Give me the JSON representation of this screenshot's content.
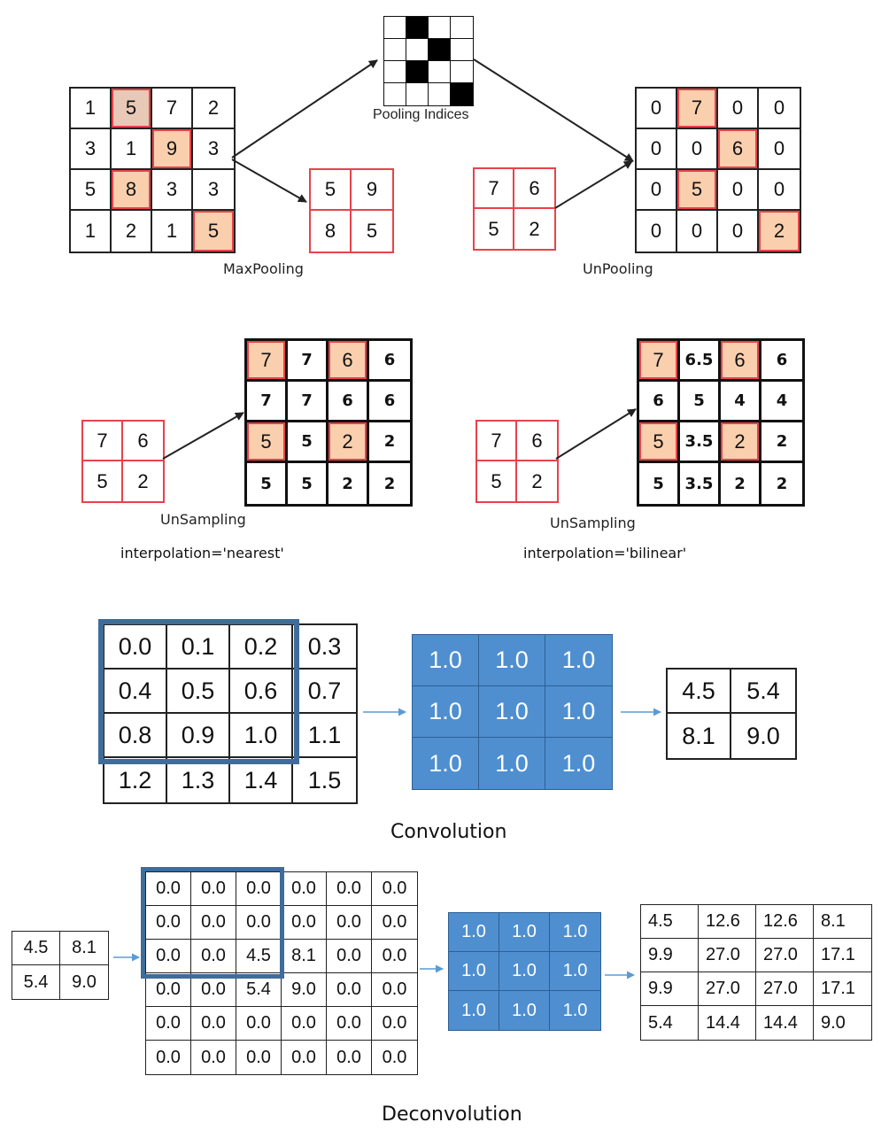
{
  "maxpool": {
    "input": [
      [
        "1",
        "5",
        "7",
        "2"
      ],
      [
        "3",
        "1",
        "9",
        "3"
      ],
      [
        "5",
        "8",
        "3",
        "3"
      ],
      [
        "1",
        "2",
        "1",
        "5"
      ]
    ],
    "output": [
      [
        "5",
        "9"
      ],
      [
        "8",
        "5"
      ]
    ],
    "caption": "MaxPooling"
  },
  "indices": {
    "mask": [
      [
        0,
        1,
        0,
        0
      ],
      [
        0,
        0,
        1,
        0
      ],
      [
        0,
        1,
        0,
        0
      ],
      [
        0,
        0,
        0,
        1
      ]
    ],
    "caption": "Pooling Indices"
  },
  "unpool": {
    "input": [
      [
        "7",
        "6"
      ],
      [
        "5",
        "2"
      ]
    ],
    "output": [
      [
        "0",
        "7",
        "0",
        "0"
      ],
      [
        "0",
        "0",
        "6",
        "0"
      ],
      [
        "0",
        "5",
        "0",
        "0"
      ],
      [
        "0",
        "0",
        "0",
        "2"
      ]
    ],
    "caption": "UnPooling"
  },
  "nearest": {
    "input": [
      [
        "7",
        "6"
      ],
      [
        "5",
        "2"
      ]
    ],
    "output": [
      [
        "7",
        "7",
        "6",
        "6"
      ],
      [
        "7",
        "7",
        "6",
        "6"
      ],
      [
        "5",
        "5",
        "2",
        "2"
      ],
      [
        "5",
        "5",
        "2",
        "2"
      ]
    ],
    "caption": "UnSampling",
    "mode": "interpolation='nearest'"
  },
  "bilinear": {
    "input": [
      [
        "7",
        "6"
      ],
      [
        "5",
        "2"
      ]
    ],
    "output": [
      [
        "7",
        "6.5",
        "6",
        "6"
      ],
      [
        "6",
        "5",
        "4",
        "4"
      ],
      [
        "5",
        "3.5",
        "2",
        "2"
      ],
      [
        "5",
        "3.5",
        "2",
        "2"
      ]
    ],
    "caption": "UnSampling",
    "mode": "interpolation='bilinear'"
  },
  "convolution": {
    "input": [
      [
        "0.0",
        "0.1",
        "0.2",
        "0.3"
      ],
      [
        "0.4",
        "0.5",
        "0.6",
        "0.7"
      ],
      [
        "0.8",
        "0.9",
        "1.0",
        "1.1"
      ],
      [
        "1.2",
        "1.3",
        "1.4",
        "1.5"
      ]
    ],
    "kernel": [
      [
        "1.0",
        "1.0",
        "1.0"
      ],
      [
        "1.0",
        "1.0",
        "1.0"
      ],
      [
        "1.0",
        "1.0",
        "1.0"
      ]
    ],
    "output": [
      [
        "4.5",
        "5.4"
      ],
      [
        "8.1",
        "9.0"
      ]
    ],
    "caption": "Convolution"
  },
  "deconvolution": {
    "input": [
      [
        "4.5",
        "8.1"
      ],
      [
        "5.4",
        "9.0"
      ]
    ],
    "padded": [
      [
        "0.0",
        "0.0",
        "0.0",
        "0.0",
        "0.0",
        "0.0"
      ],
      [
        "0.0",
        "0.0",
        "0.0",
        "0.0",
        "0.0",
        "0.0"
      ],
      [
        "0.0",
        "0.0",
        "4.5",
        "8.1",
        "0.0",
        "0.0"
      ],
      [
        "0.0",
        "0.0",
        "5.4",
        "9.0",
        "0.0",
        "0.0"
      ],
      [
        "0.0",
        "0.0",
        "0.0",
        "0.0",
        "0.0",
        "0.0"
      ],
      [
        "0.0",
        "0.0",
        "0.0",
        "0.0",
        "0.0",
        "0.0"
      ]
    ],
    "kernel": [
      [
        "1.0",
        "1.0",
        "1.0"
      ],
      [
        "1.0",
        "1.0",
        "1.0"
      ],
      [
        "1.0",
        "1.0",
        "1.0"
      ]
    ],
    "output": [
      [
        "4.5",
        "12.6",
        "12.6",
        "8.1"
      ],
      [
        "9.9",
        "27.0",
        "27.0",
        "17.1"
      ],
      [
        "9.9",
        "27.0",
        "27.0",
        "17.1"
      ],
      [
        "5.4",
        "14.4",
        "14.4",
        "9.0"
      ]
    ],
    "caption": "Deconvolution"
  },
  "colors": {
    "highlight_fill": "#f9cfae",
    "highlight_fill_first": "#e8c8b6",
    "red_border": "#e8424a",
    "window_border": "#3f6c9a",
    "kernel_fill": "#4f8fd0",
    "light_arrow": "#5b9bd5"
  }
}
